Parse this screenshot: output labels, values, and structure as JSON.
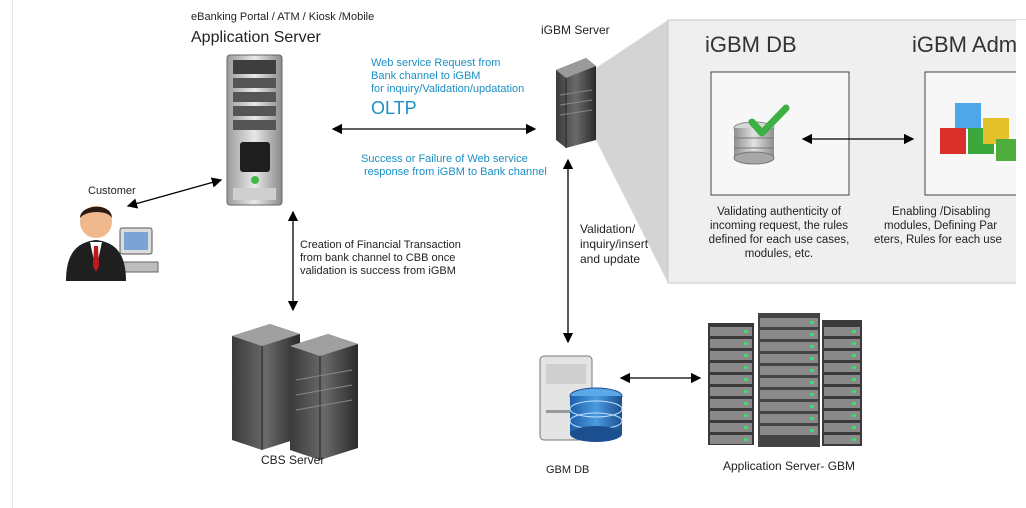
{
  "app_server": {
    "subtitle": "eBanking Portal / ATM / Kiosk /Mobile",
    "title": "Application Server"
  },
  "customer": {
    "label": "Customer"
  },
  "request": {
    "lines": [
      "Web service Request from",
      "Bank channel to iGBM",
      "for inquiry/Validation/updatation"
    ],
    "oltp": "OLTP"
  },
  "response": {
    "lines": [
      "Success or Failure of Web service",
      "response from iGBM to Bank channel"
    ]
  },
  "igbm_server": {
    "label": "iGBM Server"
  },
  "cbs_link": {
    "lines": [
      "Creation of Financial Transaction",
      "from bank channel to CBB once",
      "validation is success from iGBM"
    ]
  },
  "cbs_server": {
    "label": "CBS Server"
  },
  "validation_link": {
    "lines": [
      "Validation/",
      "inquiry/insert",
      "and update"
    ]
  },
  "panel": {
    "db_title": "iGBM DB",
    "admin_title": "iGBM Adm",
    "db_desc": [
      "Validating authenticity of",
      "incoming request,  the rules",
      "defined for each use cases,",
      "modules, etc."
    ],
    "admin_desc": [
      "Enabling /Disabling",
      "modules, Defining Par",
      "eters, Rules for each use"
    ]
  },
  "gbm_db": {
    "label": "GBM DB"
  },
  "app_server_gbm": {
    "label": "Application Server- GBM"
  },
  "colors": {
    "blue_text": "#1a8fc4",
    "panel_bg": "#efefef",
    "panel_shadow": "#d9d9d9",
    "check_green": "#3cb043"
  }
}
